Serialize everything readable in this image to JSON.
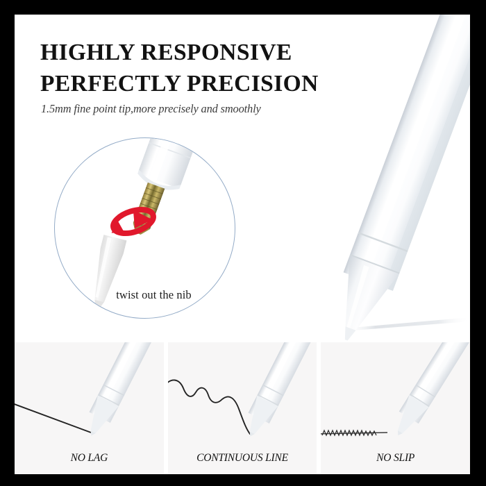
{
  "poster": {
    "background_color": "#ffffff",
    "frame_color": "#000000"
  },
  "hero": {
    "headline_line1": "HIGHLY RESPONSIVE",
    "headline_line2": "PERFECTLY PRECISION",
    "subtitle": "1.5mm fine point tip,more precisely and smoothly",
    "headline_color": "#121212",
    "subtitle_color": "#3b3b3b"
  },
  "callout": {
    "caption": "twist out the nib",
    "border_color": "#93abc7",
    "arrow_color": "#e1182c",
    "shaft_color": "#b79a4a",
    "nib_color": "#ececec"
  },
  "panels": [
    {
      "label": "NO LAG",
      "line_style": "straight",
      "background_color": "#f7f6f6"
    },
    {
      "label": "CONTINUOUS LINE",
      "line_style": "wavy",
      "background_color": "#f7f6f6"
    },
    {
      "label": "NO SLIP",
      "line_style": "jitter",
      "background_color": "#f7f6f6"
    }
  ]
}
